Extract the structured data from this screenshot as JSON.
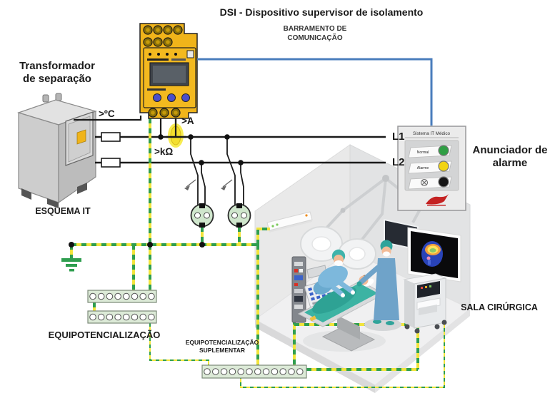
{
  "title": "DSI - Dispositivo supervisor de isolamento",
  "comm_bus": {
    "line1": "BARRAMENTO DE",
    "line2": "COMUNICAÇÃO"
  },
  "transformer": {
    "name_line1": "Transformador",
    "name_line2": "de separação",
    "scheme": "ESQUEMA IT"
  },
  "monitors": {
    "temperature": ">ºC",
    "current": ">A",
    "resistance": ">kΩ"
  },
  "lines": {
    "l1": "L1",
    "l2": "L2"
  },
  "annunciator": {
    "panel_title": "Sistema IT Médico",
    "rows": [
      {
        "label": "Normal",
        "color": "#2f9e44"
      },
      {
        "label": "Alarme",
        "color": "#f2d411"
      },
      {
        "label": "",
        "color": "#151515",
        "icon": "speaker-mute-icon"
      }
    ],
    "caption_line1": "Anunciador de",
    "caption_line2": "alarme"
  },
  "equipotential": {
    "main": "EQUIPOTENCIALIZAÇÃO",
    "sup_line1": "EQUIPOTENCIALIZAÇÃO",
    "sup_line2": "SUPLEMENTAR"
  },
  "room": {
    "label": "SALA CIRÚRGICA"
  },
  "colors": {
    "earth_yellow": "#f2e43c",
    "earth_green": "#2f9e4f",
    "comm_blue": "#4a7dbc",
    "device_yellow": "#f0b41a",
    "line_black": "#1a1a1a",
    "outlet_green": "#cfe6cc",
    "busbar_green": "#dcead7",
    "normal_green": "#2f9e44",
    "alarm_yellow": "#f2d411",
    "mute_black": "#151515",
    "logo_red": "#c42222"
  }
}
